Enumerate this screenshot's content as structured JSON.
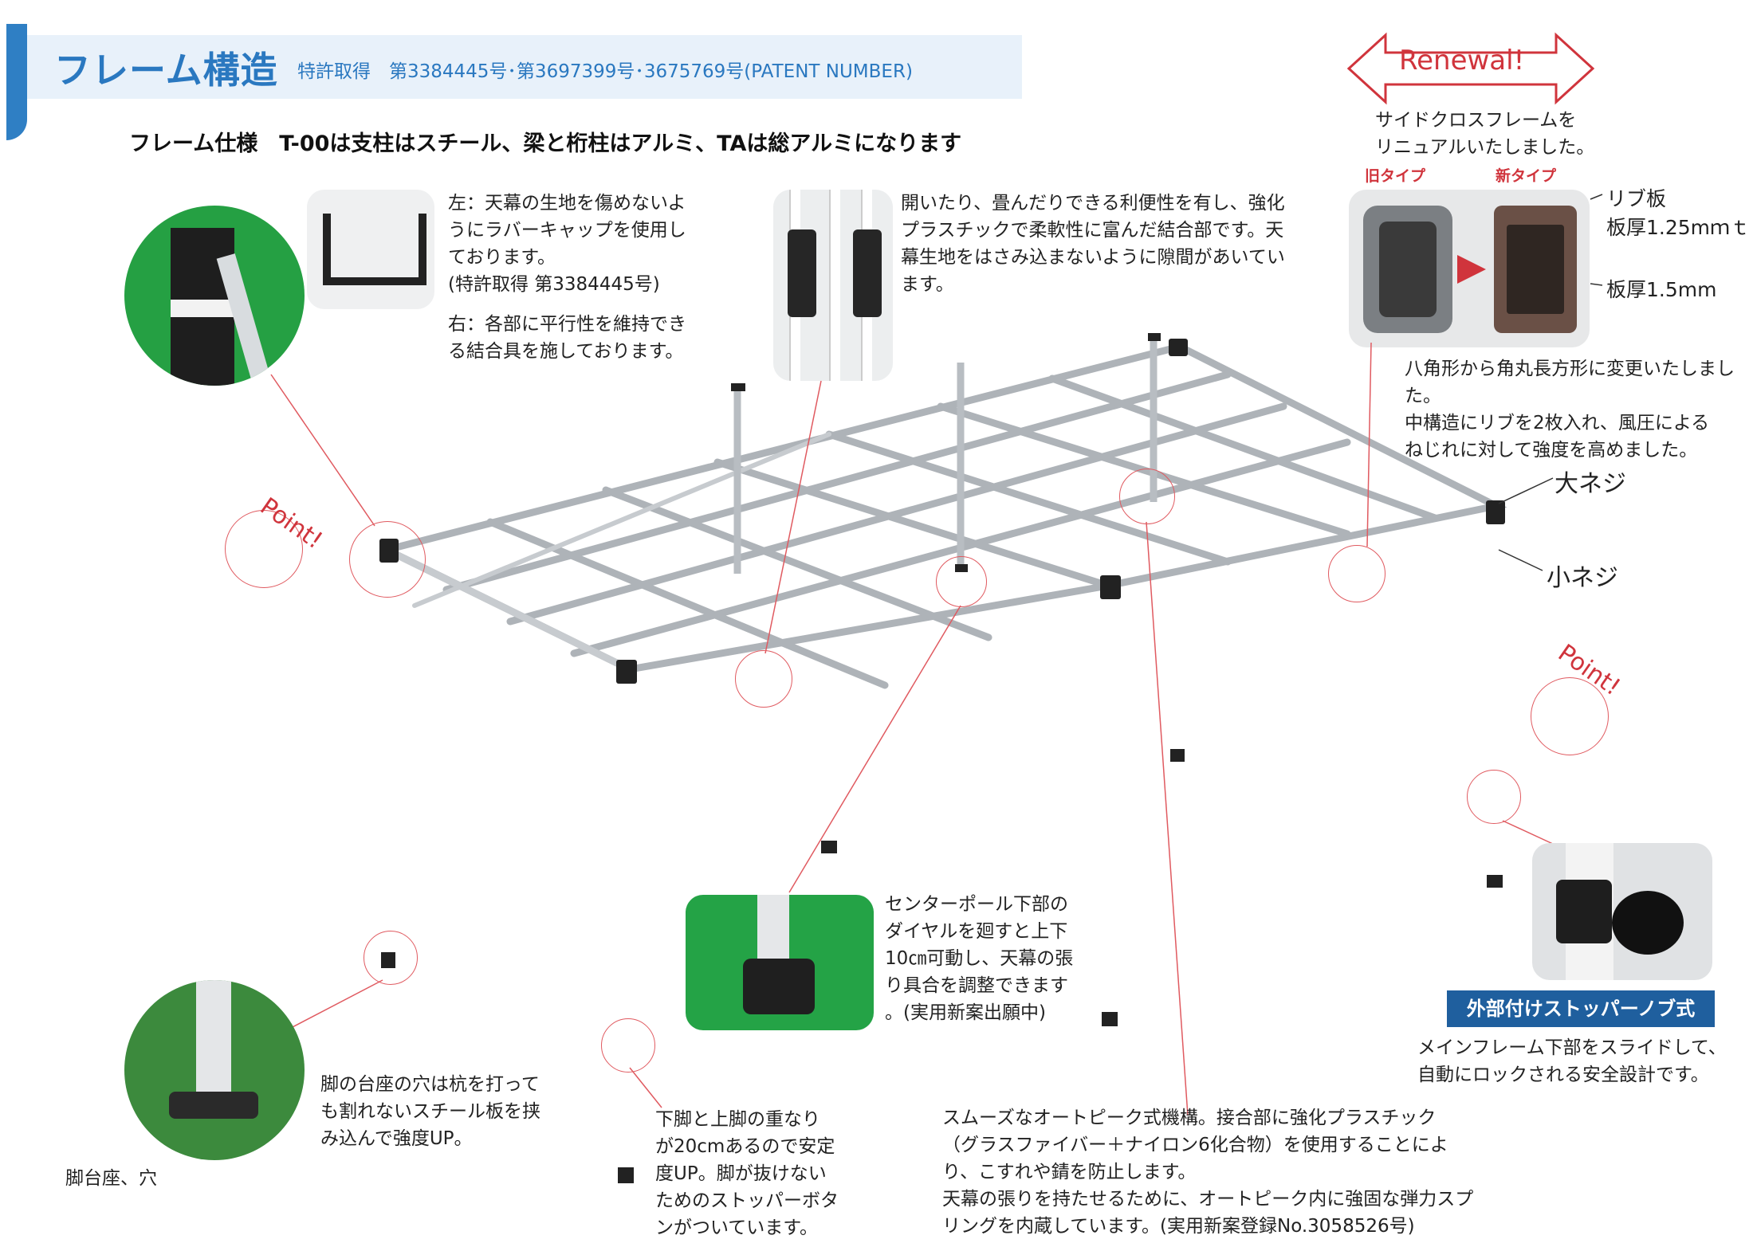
{
  "header": {
    "title": "フレーム構造",
    "patent": "特許取得　第3384445号･第3697399号･3675769号(PATENT NUMBER)",
    "spec": "フレーム仕様　T-00は支柱はスチール、梁と桁柱はアルミ、TAは総アルミになります"
  },
  "callout_cap": {
    "left": [
      "左：天幕の生地を傷めないよ",
      "うにラバーキャップを使用し",
      "ております。",
      "(特許取得 第3384445号)"
    ],
    "right": [
      "右：各部に平行性を維持でき",
      "る結合具を施しております。"
    ]
  },
  "callout_joint": [
    "開いたり、畳んだりできる利便性を有し、強化",
    "プラスチックで柔軟性に富んだ結合部です。天",
    "幕生地をはさみ込まないように隙間があいてい",
    "ます。"
  ],
  "renewal": {
    "label": "Renewal!",
    "desc": [
      "サイドクロスフレームを",
      "リニュアルいたしました。"
    ],
    "old_type": "旧タイプ",
    "new_type": "新タイプ",
    "rib_label": "リブ板",
    "thickness_rib": "板厚1.25mｍｔ",
    "thickness_new": "板厚1.5mm",
    "change": [
      "八角形から角丸長方形に変更いたしました。",
      "中構造にリブを2枚入れ、風圧による",
      "ねじれに対して強度を高めました。"
    ]
  },
  "screws": {
    "large": "大ネジ",
    "small": "小ネジ"
  },
  "point_label": "Point!",
  "center_pole": [
    "センターポール下部の",
    "ダイヤルを廻すと上下",
    "10㎝可動し、天幕の張",
    "り具合を調整できます",
    "。(実用新案出願中)"
  ],
  "stopper": {
    "title": "外部付けストッパーノブ式",
    "desc": [
      "メインフレーム下部をスライドして、",
      "自動にロックされる安全設計です。"
    ]
  },
  "foot": {
    "desc": [
      "脚の台座の穴は杭を打って",
      "も割れないスチール板を挟",
      "み込んで強度UP。"
    ],
    "label": "脚台座、穴"
  },
  "leg_overlap": [
    "下脚と上脚の重なり",
    "が20cmあるので安定",
    "度UP。脚が抜けない",
    "ためのストッパーボタ",
    "ンがついています。"
  ],
  "autopeak": [
    "スムーズなオートピーク式機構。接合部に強化プラスチック",
    "（グラスファイバー＋ナイロン6化合物）を使用することによ",
    "り、こすれや錆を防止します。",
    "天幕の張りを持たせるために、オートピーク内に強固な弾力スプ",
    "リングを内蔵しています。(実用新案登録No.3058526号)"
  ],
  "colors": {
    "accent": "#2a78c0",
    "red": "#d0343c",
    "stopper_bg": "#1f5f9e",
    "green": "#1f9a3a"
  }
}
